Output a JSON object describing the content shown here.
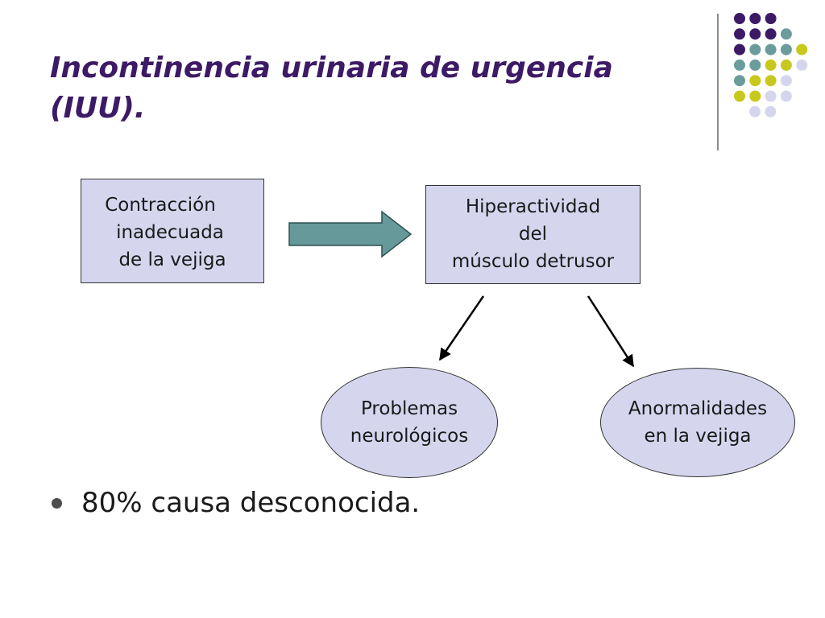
{
  "title": {
    "line1": "Incontinencia urinaria de urgencia",
    "line2": "(IUU)."
  },
  "colors": {
    "title": "#3d1a66",
    "box_fill": "#d5d6ee",
    "arrow_fill": "#669999",
    "dot_purple": "#3d1a66",
    "dot_teal": "#6b9c9c",
    "dot_yellow": "#c8c81e",
    "dot_lavender": "#d5d6ee"
  },
  "decoration": {
    "dot_rows": [
      [
        "purple",
        "purple",
        "purple"
      ],
      [
        "purple",
        "purple",
        "purple",
        "teal"
      ],
      [
        "purple",
        "teal",
        "teal",
        "teal",
        "yellow"
      ],
      [
        "teal",
        "teal",
        "yellow",
        "yellow",
        "lavender"
      ],
      [
        "teal",
        "yellow",
        "yellow",
        "lavender"
      ],
      [
        "yellow",
        "yellow",
        "lavender",
        "lavender"
      ],
      [
        "lavender",
        "lavender"
      ]
    ]
  },
  "diagram": {
    "cause_box": {
      "lines": [
        "Contracción",
        "inadecuada",
        "de la vejiga"
      ]
    },
    "effect_box": {
      "lines": [
        "Hiperactividad",
        "del",
        "músculo detrusor"
      ]
    },
    "branch_left": {
      "lines": [
        "Problemas",
        "neurológicos"
      ]
    },
    "branch_right": {
      "lines": [
        "Anormalidades",
        "en la vejiga"
      ]
    }
  },
  "bullets": [
    {
      "text": "80% causa desconocida."
    }
  ]
}
